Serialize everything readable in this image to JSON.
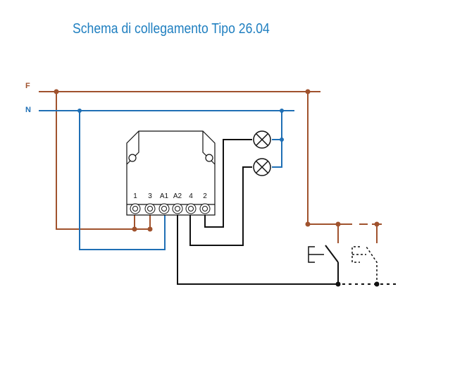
{
  "title": "Schema di collegamento Tipo 26.04",
  "lines": {
    "phase": "F",
    "neutral": "N"
  },
  "terminals": [
    "1",
    "3",
    "A1",
    "A2",
    "4",
    "2"
  ],
  "colors": {
    "phase": "#a0522d",
    "neutral": "#1f6fb5",
    "control": "#111111",
    "title": "#1f7fc0"
  }
}
